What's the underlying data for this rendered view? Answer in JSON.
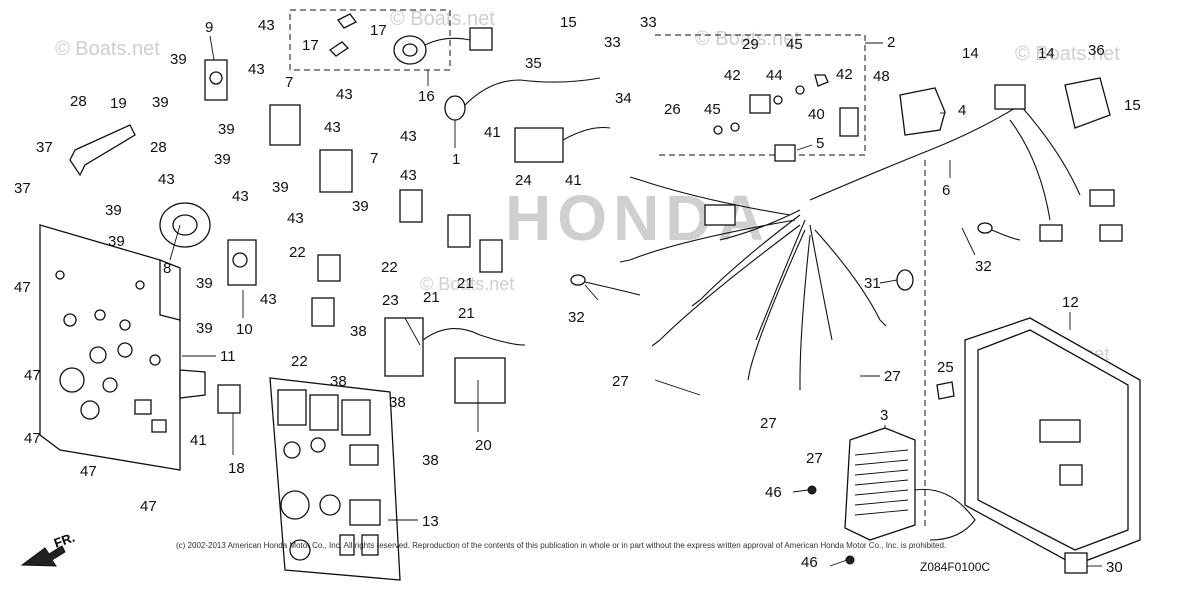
{
  "diagram": {
    "drawing_code": "Z084F0100C",
    "copyright": "(c) 2002-2013 American Honda Motor Co., Inc. All rights reserved. Reproduction of the contents of this publication in whole or in part without the express written approval of American Honda Motor Co., Inc. is prohibited.",
    "watermark": "© Boats.net",
    "brand_watermark": "HONDA",
    "direction_label": "FR.",
    "callouts": {
      "c1": "1",
      "c2": "2",
      "c3": "3",
      "c4": "4",
      "c5": "5",
      "c6": "6",
      "c7a": "7",
      "c7b": "7",
      "c8": "8",
      "c9": "9",
      "c10": "10",
      "c11": "11",
      "c12": "12",
      "c13": "13",
      "c14a": "14",
      "c14b": "14",
      "c15a": "15",
      "c15b": "15",
      "c16": "16",
      "c17a": "17",
      "c17b": "17",
      "c18": "18",
      "c19": "19",
      "c20": "20",
      "c21a": "21",
      "c21b": "21",
      "c21c": "21",
      "c22a": "22",
      "c22b": "22",
      "c22c": "22",
      "c23": "23",
      "c24": "24",
      "c25": "25",
      "c26": "26",
      "c27a": "27",
      "c27b": "27",
      "c27c": "27",
      "c27d": "27",
      "c28a": "28",
      "c28b": "28",
      "c29": "29",
      "c30": "30",
      "c31": "31",
      "c32a": "32",
      "c32b": "32",
      "c33a": "33",
      "c33b": "33",
      "c34": "34",
      "c35": "35",
      "c36": "36",
      "c37a": "37",
      "c37b": "37",
      "c38a": "38",
      "c38b": "38",
      "c38c": "38",
      "c38d": "38",
      "c39a": "39",
      "c39b": "39",
      "c39c": "39",
      "c39d": "39",
      "c39e": "39",
      "c39f": "39",
      "c39g": "39",
      "c39h": "39",
      "c39i": "39",
      "c39j": "39",
      "c40": "40",
      "c41a": "41",
      "c41b": "41",
      "c41c": "41",
      "c42a": "42",
      "c42b": "42",
      "c43a": "43",
      "c43b": "43",
      "c43c": "43",
      "c43d": "43",
      "c43e": "43",
      "c43f": "43",
      "c43g": "43",
      "c43h": "43",
      "c43i": "43",
      "c43j": "43",
      "c44": "44",
      "c45a": "45",
      "c45b": "45",
      "c46a": "46",
      "c46b": "46",
      "c47a": "47",
      "c47b": "47",
      "c47c": "47",
      "c47d": "47",
      "c47e": "47",
      "c48": "48"
    }
  }
}
